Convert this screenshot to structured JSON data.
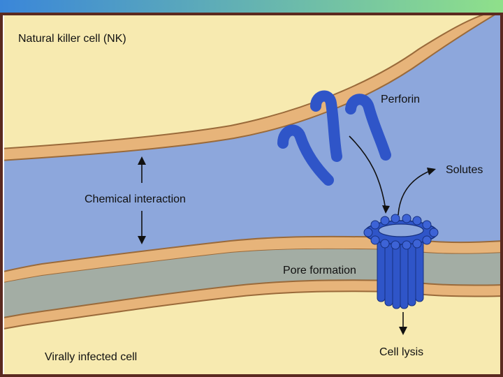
{
  "labels": {
    "nk_cell": "Natural killer cell (NK)",
    "perforin": "Perforin",
    "solutes": "Solutes",
    "chemical_interaction": "Chemical interaction",
    "pore_formation": "Pore formation",
    "infected_cell": "Virally infected cell",
    "cell_lysis": "Cell lysis"
  },
  "colors": {
    "top_banner_left": "#3a86d9",
    "top_banner_right": "#8fe08a",
    "cell_fill": "#f7eab0",
    "extracellular_fluid": "#8da7dc",
    "membrane_outline": "#9a6a3a",
    "membrane_fill": "#e7b47a",
    "inner_band": "#a3ada4",
    "perforin_protein": "#2f55c8",
    "frame": "#5b2a20"
  }
}
